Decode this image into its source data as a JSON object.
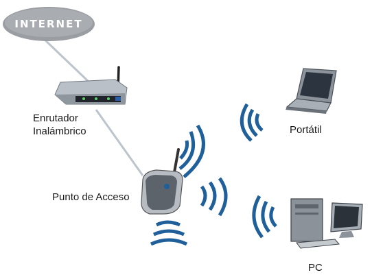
{
  "cloud": {
    "label": "INTERNET"
  },
  "devices": {
    "router": {
      "label_line1": "Enrutador",
      "label_line2": "Inalámbrico"
    },
    "access_point": {
      "label": "Punto de Acceso"
    },
    "laptop": {
      "label": "Portátil"
    },
    "pc": {
      "label": "PC"
    }
  },
  "colors": {
    "wave": "#1f5f9a",
    "cloud": "#9a9ea3",
    "link": "#bcc4cc"
  }
}
